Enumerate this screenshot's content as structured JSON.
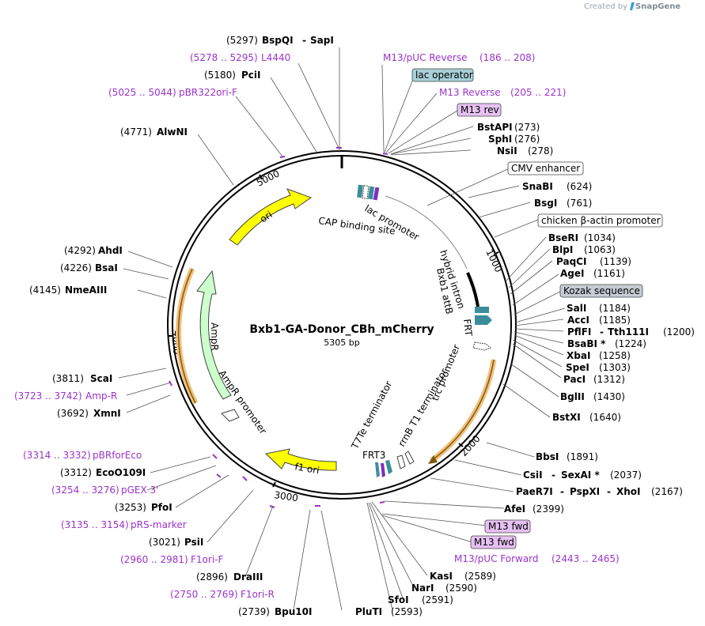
{
  "header": {
    "created_by": "Created by",
    "brand": "SnapGene"
  },
  "plasmid": {
    "name": "Bxb1-GA-Donor_CBh_mCherry",
    "length_label": "5305 bp",
    "length": 5305
  },
  "ticks": [
    "1000",
    "2000",
    "3000",
    "4000",
    "5000"
  ],
  "sites_black": [
    {
      "pos": "(5297)",
      "name": "BspQI",
      "sep": "-",
      "name2": "SapI"
    },
    {
      "pos": "(5180)",
      "name": "PciI"
    },
    {
      "pos": "(4771)",
      "name": "AlwNI"
    },
    {
      "pos": "(4292)",
      "name": "AhdI"
    },
    {
      "pos": "(4226)",
      "name": "BsaI"
    },
    {
      "pos": "(4145)",
      "name": "NmeAIII"
    },
    {
      "pos": "(3811)",
      "name": "ScaI"
    },
    {
      "pos": "(3692)",
      "name": "XmnI"
    },
    {
      "pos": "(3312)",
      "name": "EcoO109I"
    },
    {
      "pos": "(3253)",
      "name": "PfoI"
    },
    {
      "pos": "(3021)",
      "name": "PsiI"
    },
    {
      "pos": "(2896)",
      "name": "DraIII"
    },
    {
      "pos": "(2739)",
      "name": "Bpu10I"
    },
    {
      "name": "BstAPI",
      "pos": "(273)"
    },
    {
      "name": "SphI",
      "pos": "(276)"
    },
    {
      "name": "NsiI",
      "pos": "(278)"
    },
    {
      "name": "SnaBI",
      "pos": "(624)"
    },
    {
      "name": "BsgI",
      "pos": "(761)"
    },
    {
      "name": "BseRI",
      "pos": "(1034)"
    },
    {
      "name": "BlpI",
      "pos": "(1063)"
    },
    {
      "name": "PaqCI",
      "pos": "(1139)"
    },
    {
      "name": "AgeI",
      "pos": "(1161)"
    },
    {
      "name": "SalI",
      "pos": "(1184)"
    },
    {
      "name": "AccI",
      "pos": "(1185)"
    },
    {
      "name": "PflFI",
      "sep": "-",
      "name2": "Tth111I",
      "pos": "(1200)"
    },
    {
      "name": "BsaBI *",
      "pos": "(1224)"
    },
    {
      "name": "XbaI",
      "pos": "(1258)"
    },
    {
      "name": "SpeI",
      "pos": "(1303)"
    },
    {
      "name": "PacI",
      "pos": "(1312)"
    },
    {
      "name": "BglII",
      "pos": "(1430)"
    },
    {
      "name": "BstXI",
      "pos": "(1640)"
    },
    {
      "name": "BbsI",
      "pos": "(1891)"
    },
    {
      "name": "CsiI",
      "sep": "-",
      "name2": "SexAI *",
      "pos": "(2037)"
    },
    {
      "name": "PaeR7I",
      "sep": "-",
      "name2": "PspXI",
      "sep2": "-",
      "name3": "XhoI",
      "pos": "(2167)"
    },
    {
      "name": "AfeI",
      "pos": "(2399)"
    },
    {
      "name": "KasI",
      "pos": "(2589)"
    },
    {
      "name": "NarI",
      "pos": "(2590)"
    },
    {
      "name": "SfoI",
      "pos": "(2591)"
    },
    {
      "name": "PluTI",
      "pos": "(2593)"
    }
  ],
  "primers": [
    {
      "range": "(5278 .. 5295)",
      "name": "L4440"
    },
    {
      "range": "(5025 .. 5044)",
      "name": "pBR322ori-F"
    },
    {
      "name": "M13/pUC Reverse",
      "range": "(186 .. 208)"
    },
    {
      "name": "M13 Reverse",
      "range": "(205 .. 221)"
    },
    {
      "range": "(3723 .. 3742)",
      "name": "Amp-R"
    },
    {
      "range": "(3314 .. 3332)",
      "name": "pBRforEco"
    },
    {
      "range": "(3254 .. 3276)",
      "name": "pGEX 3'"
    },
    {
      "range": "(3135 .. 3154)",
      "name": "pRS-marker"
    },
    {
      "range": "(2960 .. 2981)",
      "name": "F1ori-F"
    },
    {
      "range": "(2750 .. 2769)",
      "name": "F1ori-R"
    },
    {
      "name": "M13/pUC Forward",
      "range": "(2443 .. 2465)"
    }
  ],
  "boxes": [
    {
      "label": "lac operator",
      "fill": "#a8cfd8"
    },
    {
      "label": "M13 rev",
      "fill": "#e7c1f3"
    },
    {
      "label": "CMV enhancer",
      "fill": "#ffffff"
    },
    {
      "label": "chicken β-actin promoter",
      "fill": "#ffffff"
    },
    {
      "label": "Kozak sequence",
      "fill": "#c5ccd3"
    },
    {
      "label": "M13 fwd",
      "fill": "#e7c1f3"
    },
    {
      "label": "M13 fwd",
      "fill": "#e7c1f3"
    }
  ],
  "features": {
    "ori": "ori",
    "f1_ori": "f1 ori",
    "ampr": "AmpR",
    "ampr_promoter": "AmpR promoter",
    "cap_binding_site": "CAP binding site",
    "lac_promoter": "lac promoter",
    "hybrid_intron": "hybrid intron",
    "bxb1_attb": "Bxb1 attB",
    "frt": "FRT",
    "trc_promoter": "trc promoter",
    "rrnb_t1_terminator": "rrnB T1 terminator",
    "t7te_terminator": "T7Te terminator",
    "frt3": "FRT3"
  },
  "colors": {
    "ori": "#ffff00",
    "ampr": "#ccffcc",
    "primer": "#9b33cc",
    "teal": "#3c8d9c",
    "purple": "#7d2fbd",
    "orange_glow": "#f5c27a"
  }
}
